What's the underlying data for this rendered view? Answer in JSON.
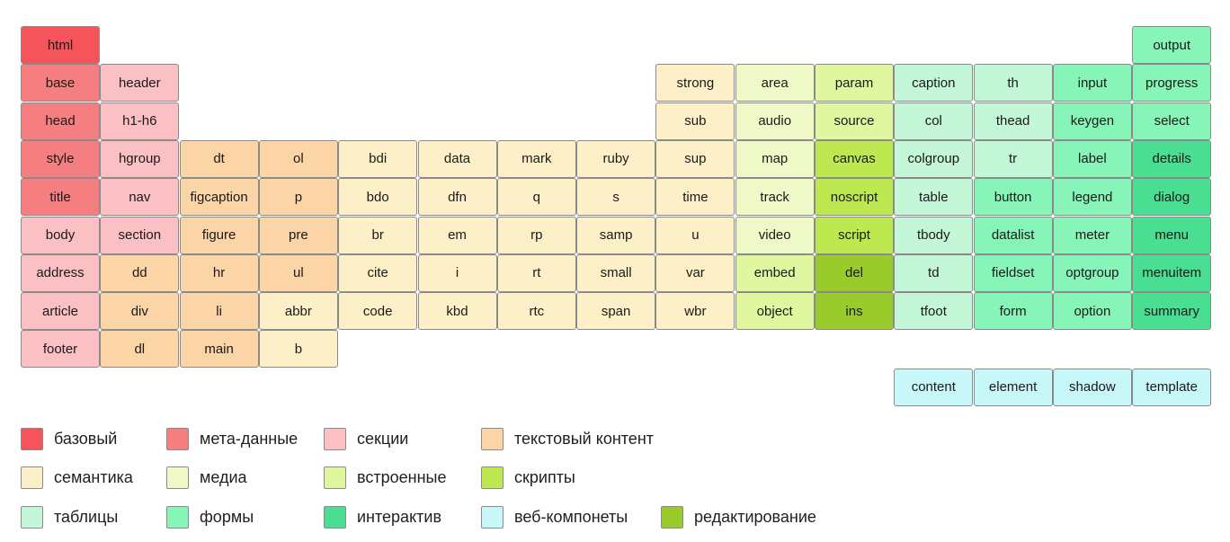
{
  "categories": [
    {
      "id": "base",
      "label": "базовый",
      "color": "#f5555a"
    },
    {
      "id": "meta",
      "label": "мета-данные",
      "color": "#f57f80"
    },
    {
      "id": "sect",
      "label": "секции",
      "color": "#fbc0c3"
    },
    {
      "id": "text",
      "label": "текстовый контент",
      "color": "#fbd5a6"
    },
    {
      "id": "sem",
      "label": "семантика",
      "color": "#fdf0c8"
    },
    {
      "id": "media",
      "label": "медиа",
      "color": "#eff9c7"
    },
    {
      "id": "emb",
      "label": "встроенные",
      "color": "#e0f7a0"
    },
    {
      "id": "scr",
      "label": "скрипты",
      "color": "#bde84f"
    },
    {
      "id": "tbl",
      "label": "таблицы",
      "color": "#c3f7d7"
    },
    {
      "id": "form",
      "label": "формы",
      "color": "#86f5b7"
    },
    {
      "id": "inter",
      "label": "интерактив",
      "color": "#49de92"
    },
    {
      "id": "web",
      "label": "веб-компонеты",
      "color": "#c8f7f9"
    },
    {
      "id": "edit",
      "label": "редактирование",
      "color": "#9acb2c"
    }
  ],
  "elements": [
    {
      "name": "html",
      "cat": "base",
      "row": 0,
      "col": 0
    },
    {
      "name": "output",
      "cat": "form",
      "row": 0,
      "col": 14
    },
    {
      "name": "base",
      "cat": "meta",
      "row": 1,
      "col": 0
    },
    {
      "name": "header",
      "cat": "sect",
      "row": 1,
      "col": 1
    },
    {
      "name": "strong",
      "cat": "sem",
      "row": 1,
      "col": 8
    },
    {
      "name": "area",
      "cat": "media",
      "row": 1,
      "col": 9
    },
    {
      "name": "param",
      "cat": "emb",
      "row": 1,
      "col": 10
    },
    {
      "name": "caption",
      "cat": "tbl",
      "row": 1,
      "col": 11
    },
    {
      "name": "th",
      "cat": "tbl",
      "row": 1,
      "col": 12
    },
    {
      "name": "input",
      "cat": "form",
      "row": 1,
      "col": 13
    },
    {
      "name": "progress",
      "cat": "form",
      "row": 1,
      "col": 14
    },
    {
      "name": "head",
      "cat": "meta",
      "row": 2,
      "col": 0
    },
    {
      "name": "h1-h6",
      "cat": "sect",
      "row": 2,
      "col": 1
    },
    {
      "name": "sub",
      "cat": "sem",
      "row": 2,
      "col": 8
    },
    {
      "name": "audio",
      "cat": "media",
      "row": 2,
      "col": 9
    },
    {
      "name": "source",
      "cat": "emb",
      "row": 2,
      "col": 10
    },
    {
      "name": "col",
      "cat": "tbl",
      "row": 2,
      "col": 11
    },
    {
      "name": "thead",
      "cat": "tbl",
      "row": 2,
      "col": 12
    },
    {
      "name": "keygen",
      "cat": "form",
      "row": 2,
      "col": 13
    },
    {
      "name": "select",
      "cat": "form",
      "row": 2,
      "col": 14
    },
    {
      "name": "style",
      "cat": "meta",
      "row": 3,
      "col": 0
    },
    {
      "name": "hgroup",
      "cat": "sect",
      "row": 3,
      "col": 1
    },
    {
      "name": "dt",
      "cat": "text",
      "row": 3,
      "col": 2
    },
    {
      "name": "ol",
      "cat": "text",
      "row": 3,
      "col": 3
    },
    {
      "name": "bdi",
      "cat": "sem",
      "row": 3,
      "col": 4
    },
    {
      "name": "data",
      "cat": "sem",
      "row": 3,
      "col": 5
    },
    {
      "name": "mark",
      "cat": "sem",
      "row": 3,
      "col": 6
    },
    {
      "name": "ruby",
      "cat": "sem",
      "row": 3,
      "col": 7
    },
    {
      "name": "sup",
      "cat": "sem",
      "row": 3,
      "col": 8
    },
    {
      "name": "map",
      "cat": "media",
      "row": 3,
      "col": 9
    },
    {
      "name": "canvas",
      "cat": "scr",
      "row": 3,
      "col": 10
    },
    {
      "name": "colgroup",
      "cat": "tbl",
      "row": 3,
      "col": 11
    },
    {
      "name": "tr",
      "cat": "tbl",
      "row": 3,
      "col": 12
    },
    {
      "name": "label",
      "cat": "form",
      "row": 3,
      "col": 13
    },
    {
      "name": "details",
      "cat": "inter",
      "row": 3,
      "col": 14
    },
    {
      "name": "title",
      "cat": "meta",
      "row": 4,
      "col": 0
    },
    {
      "name": "nav",
      "cat": "sect",
      "row": 4,
      "col": 1
    },
    {
      "name": "figcaption",
      "cat": "text",
      "row": 4,
      "col": 2
    },
    {
      "name": "p",
      "cat": "text",
      "row": 4,
      "col": 3
    },
    {
      "name": "bdo",
      "cat": "sem",
      "row": 4,
      "col": 4
    },
    {
      "name": "dfn",
      "cat": "sem",
      "row": 4,
      "col": 5
    },
    {
      "name": "q",
      "cat": "sem",
      "row": 4,
      "col": 6
    },
    {
      "name": "s",
      "cat": "sem",
      "row": 4,
      "col": 7
    },
    {
      "name": "time",
      "cat": "sem",
      "row": 4,
      "col": 8
    },
    {
      "name": "track",
      "cat": "media",
      "row": 4,
      "col": 9
    },
    {
      "name": "noscript",
      "cat": "scr",
      "row": 4,
      "col": 10
    },
    {
      "name": "table",
      "cat": "tbl",
      "row": 4,
      "col": 11
    },
    {
      "name": "button",
      "cat": "form",
      "row": 4,
      "col": 12
    },
    {
      "name": "legend",
      "cat": "form",
      "row": 4,
      "col": 13
    },
    {
      "name": "dialog",
      "cat": "inter",
      "row": 4,
      "col": 14
    },
    {
      "name": "body",
      "cat": "sect",
      "row": 5,
      "col": 0
    },
    {
      "name": "section",
      "cat": "sect",
      "row": 5,
      "col": 1
    },
    {
      "name": "figure",
      "cat": "text",
      "row": 5,
      "col": 2
    },
    {
      "name": "pre",
      "cat": "text",
      "row": 5,
      "col": 3
    },
    {
      "name": "br",
      "cat": "sem",
      "row": 5,
      "col": 4
    },
    {
      "name": "em",
      "cat": "sem",
      "row": 5,
      "col": 5
    },
    {
      "name": "rp",
      "cat": "sem",
      "row": 5,
      "col": 6
    },
    {
      "name": "samp",
      "cat": "sem",
      "row": 5,
      "col": 7
    },
    {
      "name": "u",
      "cat": "sem",
      "row": 5,
      "col": 8
    },
    {
      "name": "video",
      "cat": "media",
      "row": 5,
      "col": 9
    },
    {
      "name": "script",
      "cat": "scr",
      "row": 5,
      "col": 10
    },
    {
      "name": "tbody",
      "cat": "tbl",
      "row": 5,
      "col": 11
    },
    {
      "name": "datalist",
      "cat": "form",
      "row": 5,
      "col": 12
    },
    {
      "name": "meter",
      "cat": "form",
      "row": 5,
      "col": 13
    },
    {
      "name": "menu",
      "cat": "inter",
      "row": 5,
      "col": 14
    },
    {
      "name": "address",
      "cat": "sect",
      "row": 6,
      "col": 0
    },
    {
      "name": "dd",
      "cat": "text",
      "row": 6,
      "col": 1
    },
    {
      "name": "hr",
      "cat": "text",
      "row": 6,
      "col": 2
    },
    {
      "name": "ul",
      "cat": "text",
      "row": 6,
      "col": 3
    },
    {
      "name": "cite",
      "cat": "sem",
      "row": 6,
      "col": 4
    },
    {
      "name": "i",
      "cat": "sem",
      "row": 6,
      "col": 5
    },
    {
      "name": "rt",
      "cat": "sem",
      "row": 6,
      "col": 6
    },
    {
      "name": "small",
      "cat": "sem",
      "row": 6,
      "col": 7
    },
    {
      "name": "var",
      "cat": "sem",
      "row": 6,
      "col": 8
    },
    {
      "name": "embed",
      "cat": "emb",
      "row": 6,
      "col": 9
    },
    {
      "name": "del",
      "cat": "edit",
      "row": 6,
      "col": 10
    },
    {
      "name": "td",
      "cat": "tbl",
      "row": 6,
      "col": 11
    },
    {
      "name": "fieldset",
      "cat": "form",
      "row": 6,
      "col": 12
    },
    {
      "name": "optgroup",
      "cat": "form",
      "row": 6,
      "col": 13
    },
    {
      "name": "menuitem",
      "cat": "inter",
      "row": 6,
      "col": 14
    },
    {
      "name": "article",
      "cat": "sect",
      "row": 7,
      "col": 0
    },
    {
      "name": "div",
      "cat": "text",
      "row": 7,
      "col": 1
    },
    {
      "name": "li",
      "cat": "text",
      "row": 7,
      "col": 2
    },
    {
      "name": "abbr",
      "cat": "sem",
      "row": 7,
      "col": 3
    },
    {
      "name": "code",
      "cat": "sem",
      "row": 7,
      "col": 4
    },
    {
      "name": "kbd",
      "cat": "sem",
      "row": 7,
      "col": 5
    },
    {
      "name": "rtc",
      "cat": "sem",
      "row": 7,
      "col": 6
    },
    {
      "name": "span",
      "cat": "sem",
      "row": 7,
      "col": 7
    },
    {
      "name": "wbr",
      "cat": "sem",
      "row": 7,
      "col": 8
    },
    {
      "name": "object",
      "cat": "emb",
      "row": 7,
      "col": 9
    },
    {
      "name": "ins",
      "cat": "edit",
      "row": 7,
      "col": 10
    },
    {
      "name": "tfoot",
      "cat": "tbl",
      "row": 7,
      "col": 11
    },
    {
      "name": "form",
      "cat": "form",
      "row": 7,
      "col": 12
    },
    {
      "name": "option",
      "cat": "form",
      "row": 7,
      "col": 13
    },
    {
      "name": "summary",
      "cat": "inter",
      "row": 7,
      "col": 14
    },
    {
      "name": "footer",
      "cat": "sect",
      "row": 8,
      "col": 0
    },
    {
      "name": "dl",
      "cat": "text",
      "row": 8,
      "col": 1
    },
    {
      "name": "main",
      "cat": "text",
      "row": 8,
      "col": 2
    },
    {
      "name": "b",
      "cat": "sem",
      "row": 8,
      "col": 3
    },
    {
      "name": "content",
      "cat": "web",
      "row": 9,
      "col": 11
    },
    {
      "name": "element",
      "cat": "web",
      "row": 9,
      "col": 12
    },
    {
      "name": "shadow",
      "cat": "web",
      "row": 9,
      "col": 13
    },
    {
      "name": "template",
      "cat": "web",
      "row": 9,
      "col": 14
    }
  ]
}
